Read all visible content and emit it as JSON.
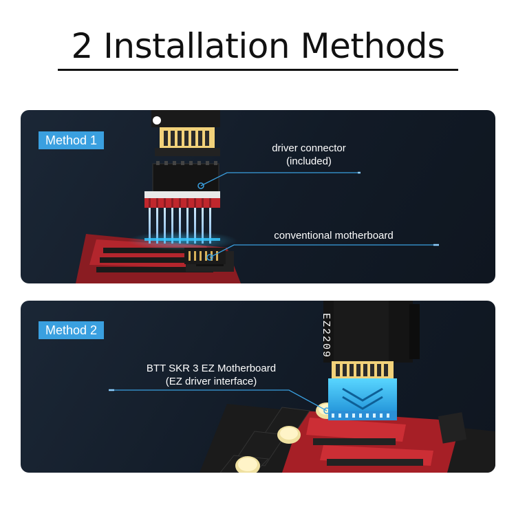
{
  "title": "2 Installation Methods",
  "colors": {
    "accent": "#3aa0e0",
    "panel_bg": "#162130",
    "board_red": "#c0272d",
    "glow_cyan": "#37c8ff"
  },
  "panels": [
    {
      "method_label": "Method 1",
      "callouts": [
        {
          "lines": [
            "driver connector",
            "(included)"
          ]
        },
        {
          "lines": [
            "conventional motherboard"
          ]
        }
      ]
    },
    {
      "method_label": "Method 2",
      "module_text": "EZ2209",
      "callouts": [
        {
          "lines": [
            "BTT SKR 3 EZ Motherboard",
            "(EZ driver interface)"
          ]
        }
      ]
    }
  ]
}
